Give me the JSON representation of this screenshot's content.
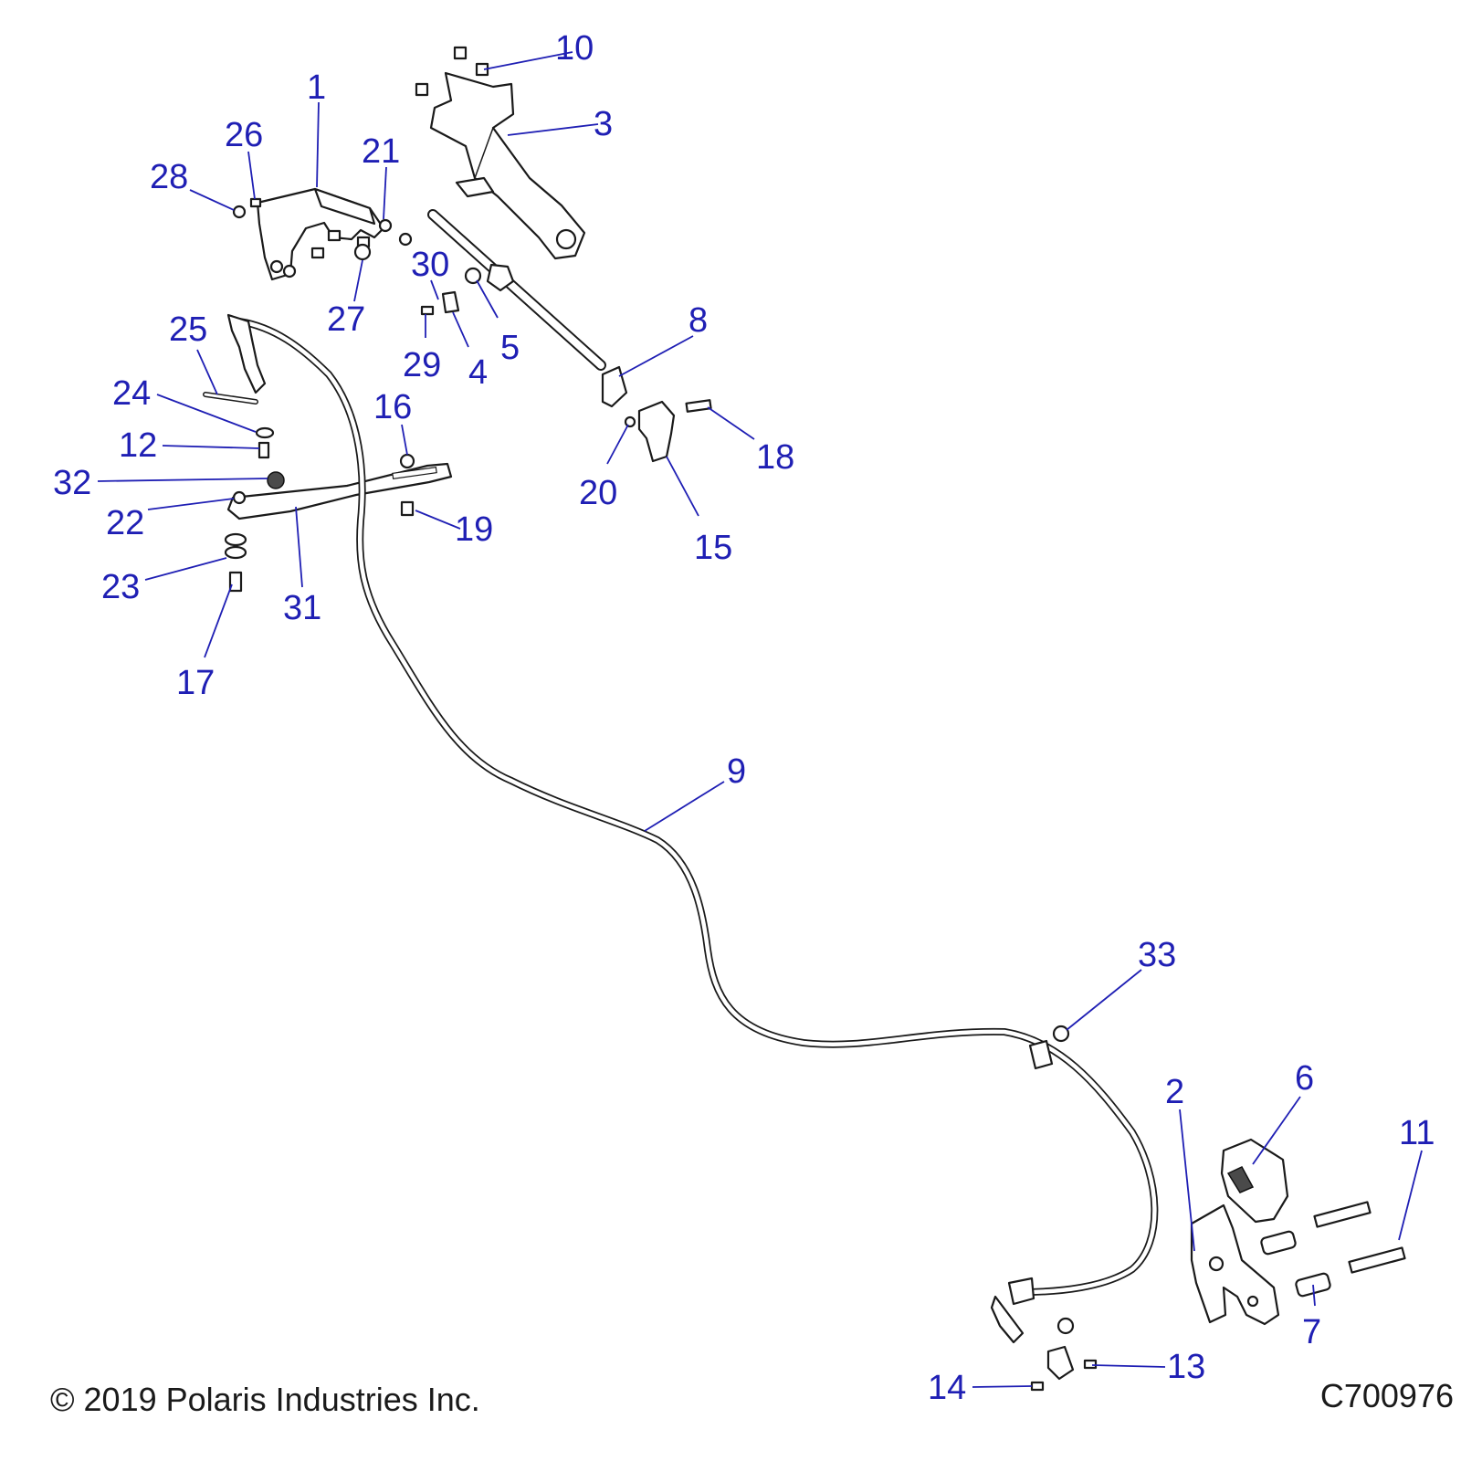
{
  "callouts": [
    "1",
    "2",
    "3",
    "4",
    "5",
    "6",
    "7",
    "8",
    "9",
    "10",
    "11",
    "12",
    "13",
    "14",
    "15",
    "16",
    "17",
    "18",
    "19",
    "20",
    "21",
    "22",
    "23",
    "24",
    "25",
    "26",
    "27",
    "28",
    "29",
    "30",
    "31",
    "32",
    "33"
  ],
  "footer": {
    "copyright": "© 2019 Polaris Industries Inc.",
    "drawing_id": "C700976"
  }
}
